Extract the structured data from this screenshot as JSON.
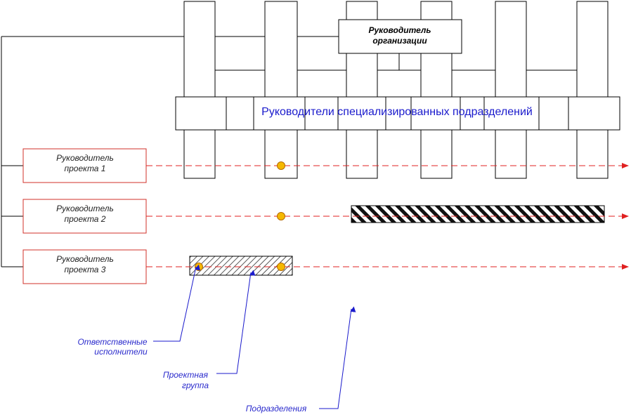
{
  "head": {
    "line1": "Руководитель",
    "line2": "организации"
  },
  "departments_label": "Руководители специализированных подразделений",
  "projects": [
    {
      "line1": "Руководитель",
      "line2": "проекта 1"
    },
    {
      "line1": "Руководитель",
      "line2": "проекта 2"
    },
    {
      "line1": "Руководитель",
      "line2": "проекта 3"
    }
  ],
  "legend": {
    "executors_line1": "Ответственные",
    "executors_line2": "исполнители",
    "group_line1": "Проектная",
    "group_line2": "группа",
    "departments": "Подразделения"
  },
  "colors": {
    "project_border": "#d0302a",
    "dashed_arrow": "#e02020",
    "dept_text": "#1a1acc",
    "legend_text": "#2a2acc",
    "legend_arrow": "#1a1acc",
    "dot_fill": "#f5b800"
  }
}
